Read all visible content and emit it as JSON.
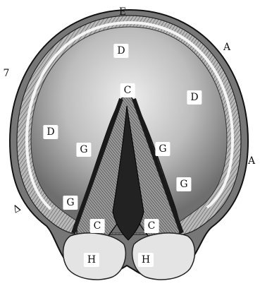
{
  "figure": {
    "labels": {
      "E": "E",
      "A": "A",
      "D": "D",
      "G": "G",
      "C": "C",
      "H": "H",
      "side_mark_left": "Δ",
      "side_mark_top_left": "7"
    }
  }
}
